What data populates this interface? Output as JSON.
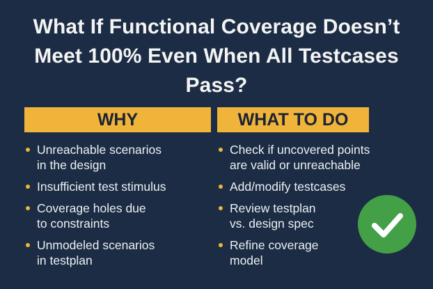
{
  "title": {
    "line1": "What If Functional Coverage Doesn’t",
    "line2": "Meet 100% Even When All Testcases",
    "line3": "Pass?"
  },
  "why": {
    "heading": "WHY",
    "items": [
      {
        "line1": "Unreachable scenarios",
        "line2": "in the design"
      },
      {
        "line1": "Insufficient test stimulus",
        "line2": ""
      },
      {
        "line1": "Coverage holes due",
        "line2": "to constraints"
      },
      {
        "line1": "Unmodeled scenarios",
        "line2": "in testplan"
      }
    ]
  },
  "what_to_do": {
    "heading": "WHAT TO DO",
    "items": [
      {
        "line1": "Check if uncovered points",
        "line2": "are valid or unreachable"
      },
      {
        "line1": "Add/modify testcases",
        "line2": ""
      },
      {
        "line1": "Review testplan",
        "line2": "vs. design spec"
      },
      {
        "line1": "Refine coverage",
        "line2": "model"
      }
    ]
  },
  "colors": {
    "background": "#1b2c44",
    "accent": "#f0b43a",
    "check": "#43a047"
  },
  "icons": {
    "check": "check-mark-icon",
    "bullet": "bullet-dot-icon"
  }
}
